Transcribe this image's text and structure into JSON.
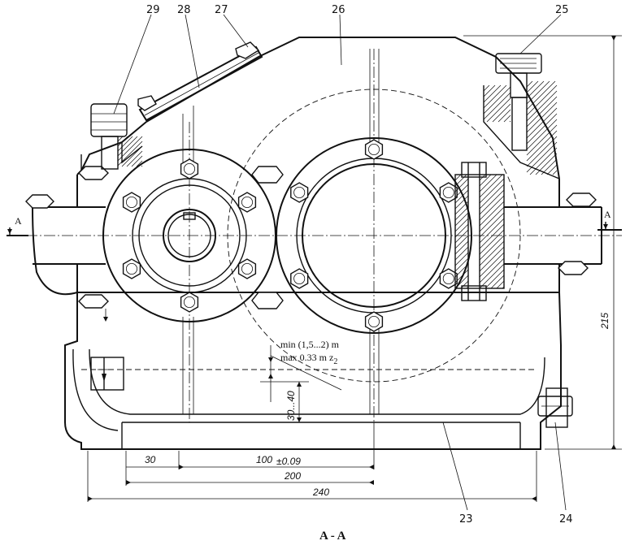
{
  "callouts": {
    "c23": "23",
    "c24": "24",
    "c25": "25",
    "c26": "26",
    "c27": "27",
    "c28": "28",
    "c29": "29"
  },
  "dimensions": {
    "d30": "30",
    "d100": "100",
    "d100_tol": "±0.09",
    "d200": "200",
    "d240": "240",
    "d215": "215",
    "d30_40": "30...40"
  },
  "notes": {
    "min_level": "min (1,5...2) m",
    "max_level_base": "max 0.33 m z",
    "max_level_sub": "2"
  },
  "section": {
    "marker_left": "A",
    "marker_right": "A",
    "title": "A - A"
  }
}
